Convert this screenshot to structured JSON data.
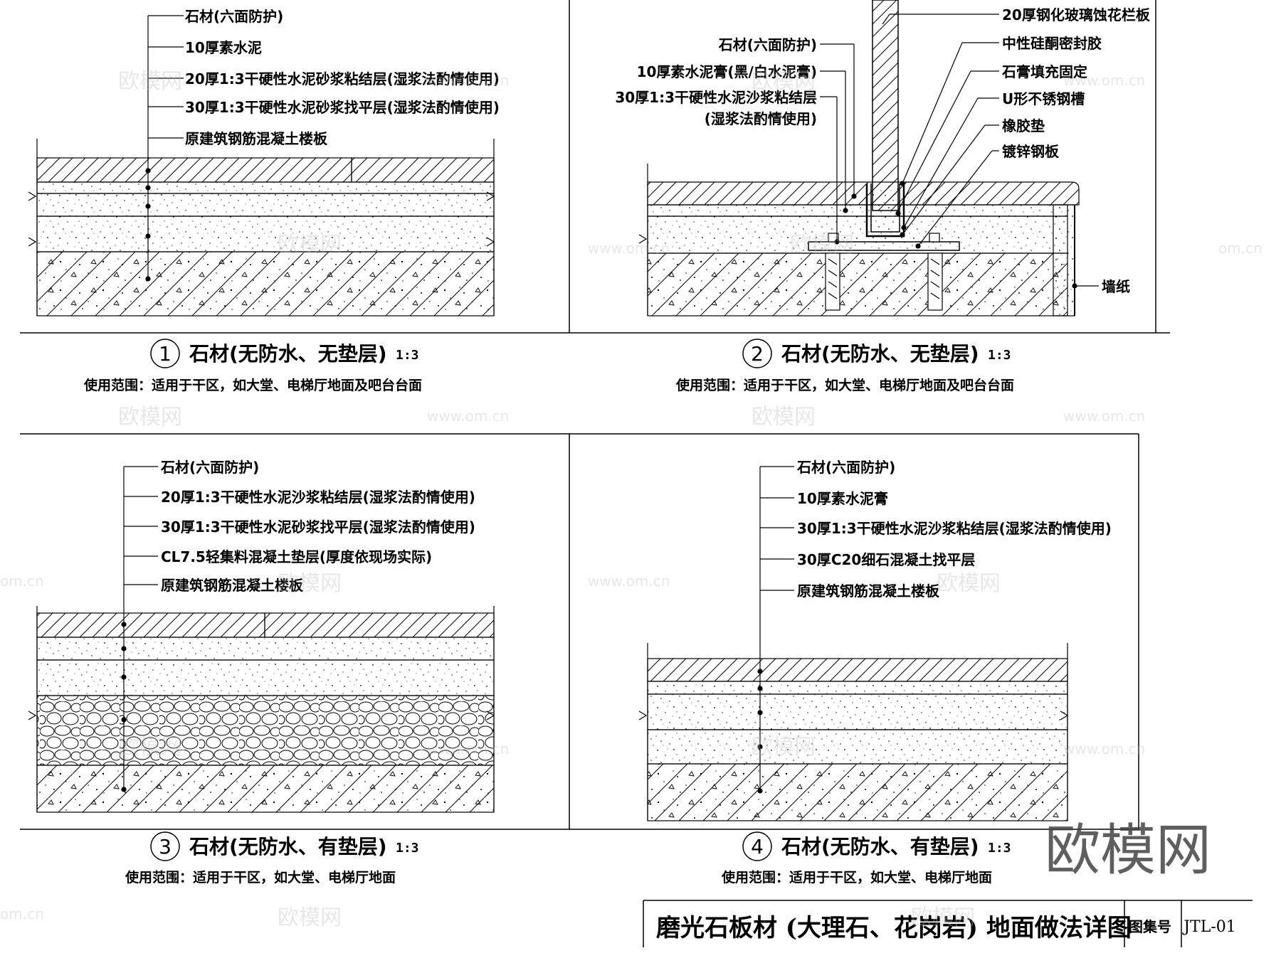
{
  "details": [
    {
      "number": "1",
      "title": "石材(无防水、无垫层)",
      "scale": "1:3",
      "usage": "使用范围：适用于干区，如大堂、电梯厅地面及吧台台面",
      "labels": [
        "石材(六面防护)",
        "10厚素水泥",
        "20厚1:3干硬性水泥砂浆粘结层(湿浆法酌情使用)",
        "30厚1:3干硬性水泥砂浆找平层(湿浆法酌情使用)",
        "原建筑钢筋混凝土楼板"
      ]
    },
    {
      "number": "2",
      "title": "石材(无防水、无垫层)",
      "scale": "1:3",
      "usage": "使用范围：适用于干区，如大堂、电梯厅地面及吧台台面",
      "labels_left": [
        "石材(六面防护)",
        "10厚素水泥膏(黑/白水泥膏)",
        "30厚1:3干硬性水泥沙浆粘结层",
        "(湿浆法酌情使用)"
      ],
      "labels_right": [
        "20厚钢化玻璃蚀花栏板",
        "中性硅酮密封胶",
        "石膏填充固定",
        "U形不锈钢槽",
        "橡胶垫",
        "镀锌钢板"
      ],
      "wall_label": "墙纸"
    },
    {
      "number": "3",
      "title": "石材(无防水、有垫层)",
      "scale": "1:3",
      "usage": "使用范围：适用于干区，如大堂、电梯厅地面",
      "labels": [
        "石材(六面防护)",
        "20厚1:3干硬性水泥沙浆粘结层(湿浆法酌情使用)",
        "30厚1:3干硬性水泥砂浆找平层(湿浆法酌情使用)",
        "CL7.5轻集料混凝土垫层(厚度依现场实际)",
        "原建筑钢筋混凝土楼板"
      ]
    },
    {
      "number": "4",
      "title": "石材(无防水、有垫层)",
      "scale": "1:3",
      "usage": "使用范围：适用于干区，如大堂、电梯厅地面",
      "labels": [
        "石材(六面防护)",
        "10厚素水泥膏",
        "30厚1:3干硬性水泥沙浆粘结层(湿浆法酌情使用)",
        "30厚C20细石混凝土找平层",
        "原建筑钢筋混凝土楼板"
      ]
    }
  ],
  "title_block": {
    "drawing_title": "磨光石板材 (大理石、花岗岩) 地面做法详图",
    "atlas_label": "图集号",
    "atlas_code": "JTL-01"
  },
  "watermark": {
    "logo": "欧模网",
    "url": "www.om.cn",
    "url_short": "om.cn"
  }
}
